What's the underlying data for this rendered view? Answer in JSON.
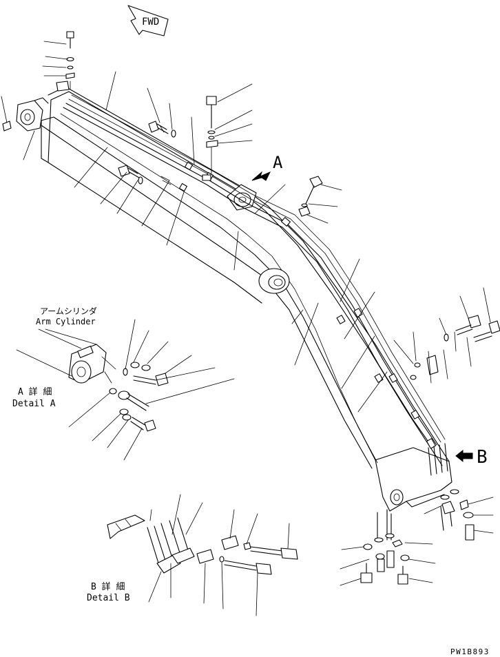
{
  "fwd_label": "FWD",
  "callout_a": "A",
  "callout_b": "B",
  "detail_a": {
    "title_jp": "A 詳 細",
    "title_en": "Detail A"
  },
  "detail_b": {
    "title_jp": "B 詳 細",
    "title_en": "Detail B"
  },
  "arm_cylinder": {
    "label_jp": "アームシリンダ",
    "label_en": "Arm Cylinder"
  },
  "drawing_code": "PW1B893"
}
